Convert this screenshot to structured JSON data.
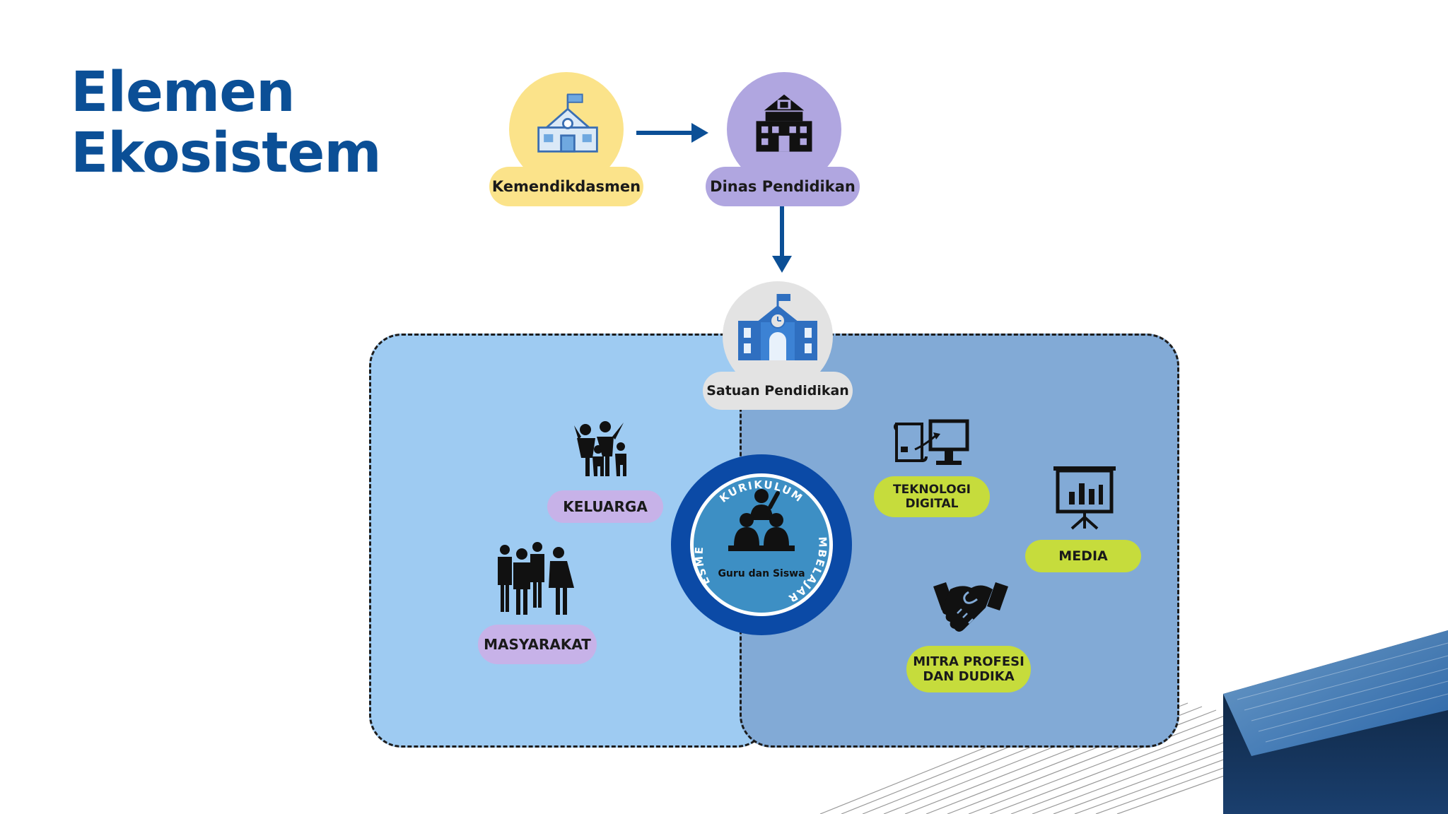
{
  "title": {
    "line1": "Elemen",
    "line2": "Ekosistem"
  },
  "nodes": {
    "kemendikdasmen": "Kemendikdasmen",
    "dinas": "Dinas Pendidikan",
    "satuan": "Satuan Pendidikan"
  },
  "hub": {
    "center": "Guru dan Siswa",
    "ring_top": "KURIKULUM",
    "ring_right": "PEMBELAJARAN",
    "ring_left": "ASESMEN"
  },
  "left_items": {
    "keluarga": "KELUARGA",
    "masyarakat": "MASYARAKAT"
  },
  "right_items": {
    "teknologi_line1": "TEKNOLOGI",
    "teknologi_line2": "DIGITAL",
    "media": "MEDIA",
    "mitra_line1": "MITRA PROFESI",
    "mitra_line2": "DAN DUDIKA"
  },
  "icons": {
    "kemendikdasmen": "school-flag-icon",
    "dinas": "building-icon",
    "satuan": "school-clock-icon",
    "keluarga": "family-icon",
    "masyarakat": "community-icon",
    "teknologi": "digital-devices-icon",
    "media": "presentation-board-icon",
    "mitra": "handshake-icon",
    "hub": "teacher-students-icon"
  },
  "colors": {
    "title": "#0b4f96",
    "arrow": "#0b4f96",
    "yellow": "#fbe38a",
    "purple": "#b0a6e0",
    "lime": "#c6dc3c",
    "hub_ring": "#0b4aa6",
    "hub_inner": "#3d8fc4"
  }
}
